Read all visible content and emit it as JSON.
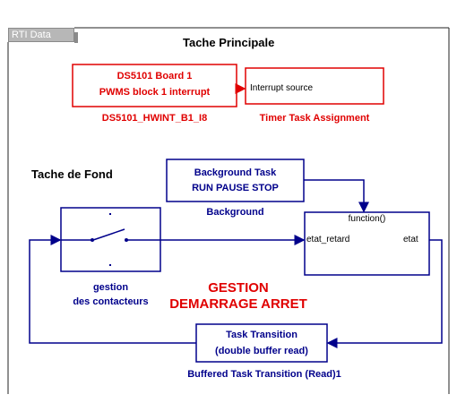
{
  "tab": {
    "label": "RTI Data"
  },
  "sections": {
    "main_title": "Tache Principale",
    "background_title": "Tache de Fond",
    "center_title_line1": "GESTION",
    "center_title_line2": "DEMARRAGE ARRET"
  },
  "blocks": {
    "ds5101": {
      "line1": "DS5101 Board 1",
      "line2": "PWMS block 1 interrupt",
      "caption": "DS5101_HWINT_B1_I8"
    },
    "timer": {
      "port_label": "Interrupt source",
      "caption": "Timer Task Assignment"
    },
    "background_task": {
      "line1": "Background Task",
      "line2": "RUN PAUSE STOP",
      "caption": "Background"
    },
    "gestion": {
      "caption_line1": "gestion",
      "caption_line2": "des contacteurs"
    },
    "function": {
      "title": "function()",
      "input_label": "etat_retard",
      "output_label": "etat"
    },
    "transition": {
      "line1": "Task Transition",
      "line2": "(double buffer read)",
      "caption": "Buffered Task Transition (Read)1"
    }
  },
  "colors": {
    "red": "#e00000",
    "blue": "#00008b"
  }
}
